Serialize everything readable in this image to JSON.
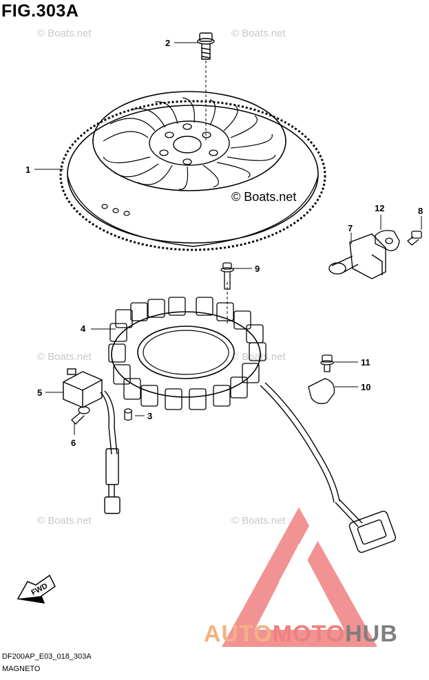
{
  "figure": {
    "title": "FIG.303A",
    "code": "DF200AP_E03_018_303A",
    "subtitle": "MAGNETO"
  },
  "watermark": "© Boats.net",
  "brand": {
    "part1": "AUTO",
    "part2": "MOTO",
    "part3": "HUB",
    "colors": {
      "auto": "#f4b183",
      "moto": "#f08080",
      "hub": "#7f7f7f"
    }
  },
  "fwd_label": "FWD",
  "callouts": [
    "1",
    "2",
    "3",
    "4",
    "5",
    "6",
    "7",
    "8",
    "9",
    "10",
    "11",
    "12"
  ]
}
